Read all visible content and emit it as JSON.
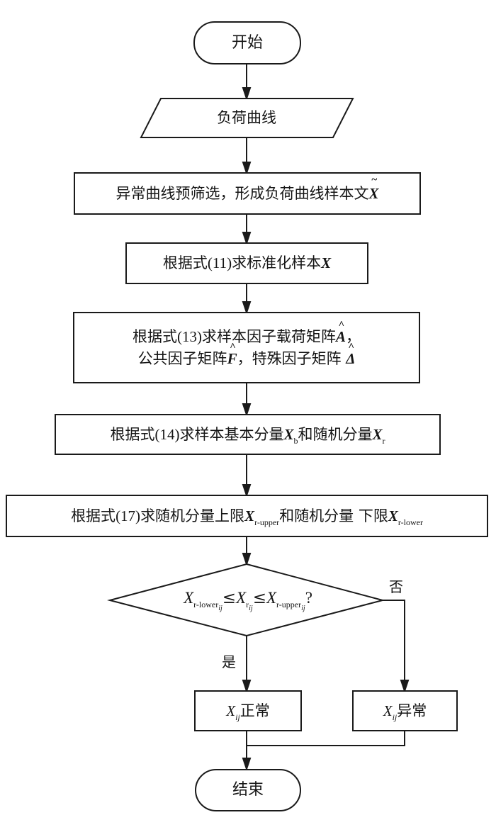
{
  "flowchart": {
    "start": "开始",
    "input": "负荷曲线",
    "step1": {
      "text": "异常曲线预筛选，形成负荷曲线样本文",
      "symbol": "X"
    },
    "step2": {
      "prefix": "根据式",
      "eq": "(11)",
      "text": "求标准化样本",
      "symbol": "X"
    },
    "step3": {
      "line1_prefix": "根据式",
      "line1_eq": "(13)",
      "line1_text": "求样本因子载荷矩阵",
      "line1_symbol": "A",
      "line1_suffix": "，",
      "line2_text_a": "公共因子矩阵",
      "line2_symbol_a": "F",
      "line2_sep": "，",
      "line2_text_b": "特殊因子矩阵 ",
      "line2_symbol_b": "Δ"
    },
    "step4": {
      "prefix": "根据式",
      "eq": "(14)",
      "text_a": "求样本基本分量",
      "symbol_a": "X",
      "sub_a": "b",
      "text_b": "和随机分量",
      "symbol_b": "X",
      "sub_b": "r"
    },
    "step5": {
      "prefix": "根据式",
      "eq": "(17)",
      "text_a": "求随机分量上限",
      "symbol_a": "X",
      "sub_a": "r-upper",
      "text_b": "和随机分量 下限",
      "symbol_b": "X",
      "sub_b": "r-lower"
    },
    "decision": {
      "x1": "X",
      "sub1": "r-lower",
      "idx1": "ij",
      "op1": "≤",
      "x2": "X",
      "sub2": "r",
      "idx2": "ij",
      "op2": "≤",
      "x3": "X",
      "sub3": "r-upper",
      "idx3": "ij",
      "q": "?"
    },
    "yes_label": "是",
    "no_label": "否",
    "normal": {
      "symbol": "X",
      "idx": "ij",
      "text": "正常"
    },
    "abnormal": {
      "symbol": "X",
      "idx": "ij",
      "text": "异常"
    },
    "end": "结束"
  }
}
